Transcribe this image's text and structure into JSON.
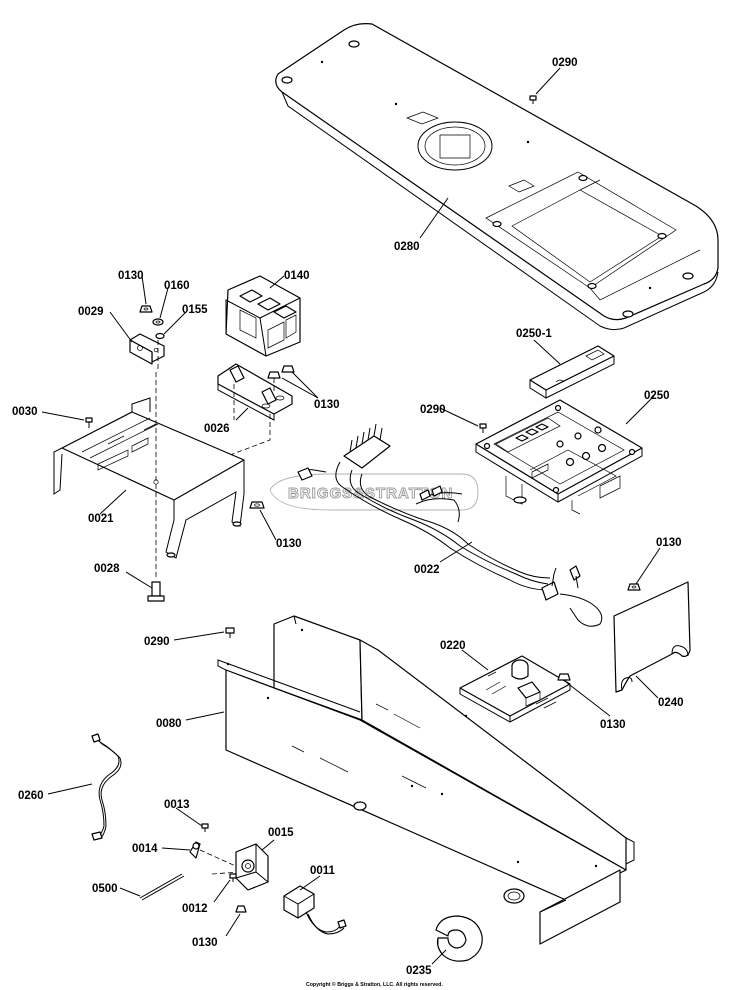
{
  "diagram": {
    "callouts": [
      {
        "id": "c-0290-top",
        "text": "0290"
      },
      {
        "id": "c-0280",
        "text": "0280"
      },
      {
        "id": "c-0130-a",
        "text": "0130"
      },
      {
        "id": "c-0160",
        "text": "0160"
      },
      {
        "id": "c-0140",
        "text": "0140"
      },
      {
        "id": "c-0029",
        "text": "0029"
      },
      {
        "id": "c-0155",
        "text": "0155"
      },
      {
        "id": "c-0130-b",
        "text": "0130"
      },
      {
        "id": "c-0030",
        "text": "0030"
      },
      {
        "id": "c-0026",
        "text": "0026"
      },
      {
        "id": "c-0021",
        "text": "0021"
      },
      {
        "id": "c-0130-c",
        "text": "0130"
      },
      {
        "id": "c-0028",
        "text": "0028"
      },
      {
        "id": "c-0250-1",
        "text": "0250-1"
      },
      {
        "id": "c-0290-mid",
        "text": "0290"
      },
      {
        "id": "c-0250",
        "text": "0250"
      },
      {
        "id": "c-0022",
        "text": "0022"
      },
      {
        "id": "c-0130-d",
        "text": "0130"
      },
      {
        "id": "c-0290-low",
        "text": "0290"
      },
      {
        "id": "c-0220",
        "text": "0220"
      },
      {
        "id": "c-0080",
        "text": "0080"
      },
      {
        "id": "c-0240",
        "text": "0240"
      },
      {
        "id": "c-0130-e",
        "text": "0130"
      },
      {
        "id": "c-0260",
        "text": "0260"
      },
      {
        "id": "c-0013",
        "text": "0013"
      },
      {
        "id": "c-0015",
        "text": "0015"
      },
      {
        "id": "c-0014",
        "text": "0014"
      },
      {
        "id": "c-0011",
        "text": "0011"
      },
      {
        "id": "c-0500",
        "text": "0500"
      },
      {
        "id": "c-0012",
        "text": "0012"
      },
      {
        "id": "c-0130-f",
        "text": "0130"
      },
      {
        "id": "c-0235",
        "text": "0235"
      }
    ],
    "watermark": "BRIGGS&STRATTON",
    "copyright": "Copyright © Briggs & Stratton, LLC. All rights reserved."
  }
}
